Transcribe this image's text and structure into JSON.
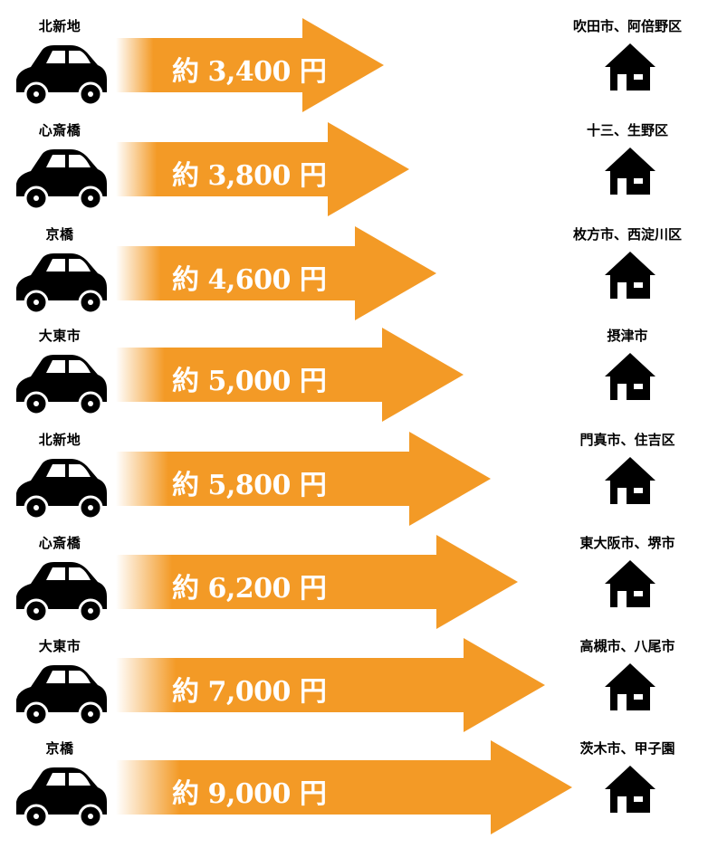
{
  "routes": [
    {
      "origin": "北新地",
      "price": "約 3,400 円",
      "destination": "吹田市、阿倍野区"
    },
    {
      "origin": "心斎橋",
      "price": "約 3,800 円",
      "destination": "十三、生野区"
    },
    {
      "origin": "京橋",
      "price": "約 4,600 円",
      "destination": "枚方市、西淀川区"
    },
    {
      "origin": "大東市",
      "price": "約 5,000 円",
      "destination": "摂津市"
    },
    {
      "origin": "北新地",
      "price": "約 5,800 円",
      "destination": "門真市、住吉区"
    },
    {
      "origin": "心斎橋",
      "price": "約 6,200 円",
      "destination": "東大阪市、堺市"
    },
    {
      "origin": "大東市",
      "price": "約 7,000 円",
      "destination": "高槻市、八尾市"
    },
    {
      "origin": "京橋",
      "price": "約 9,000 円",
      "destination": "茨木市、甲子園"
    }
  ],
  "colors": {
    "arrow": "#F39A26",
    "icon": "#000000",
    "price_text": "#FFFFFF"
  },
  "icons": {
    "origin": "car-icon",
    "destination": "house-icon"
  }
}
